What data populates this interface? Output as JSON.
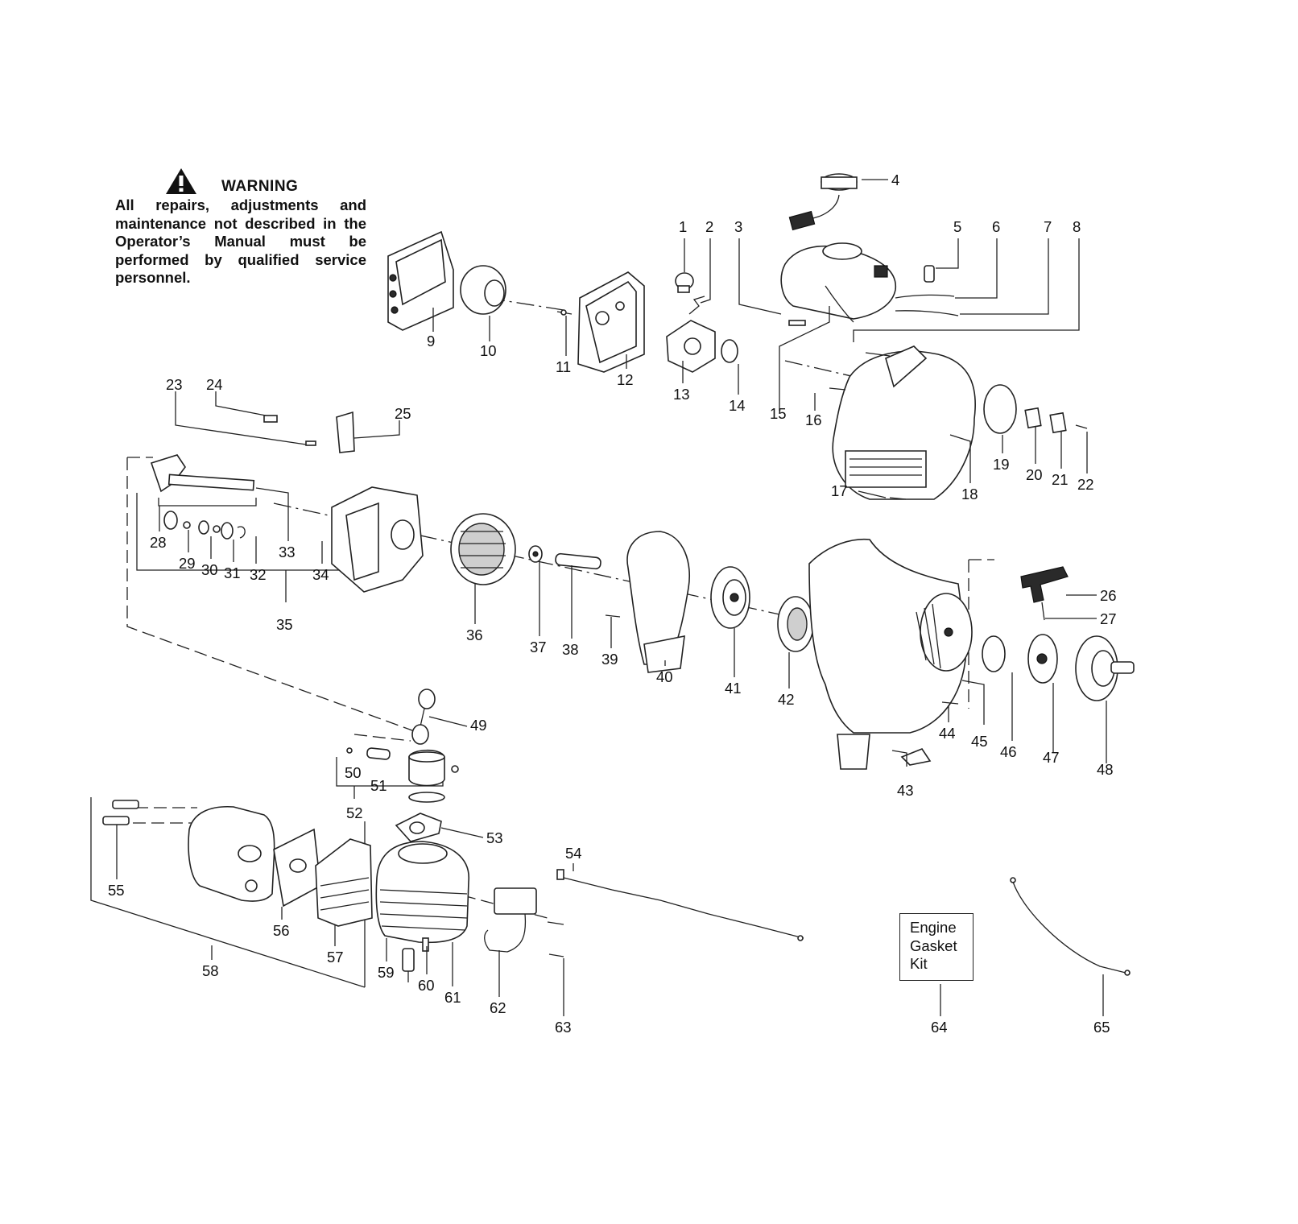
{
  "warning": {
    "title": "WARNING",
    "body": "All repairs, adjustments and maintenance not described in the Operator’s Manual must be performed by qualified service personnel."
  },
  "kit_box": {
    "lines": [
      "Engine",
      "Gasket",
      "Kit"
    ]
  },
  "callouts": [
    "1",
    "2",
    "3",
    "4",
    "5",
    "6",
    "7",
    "8",
    "9",
    "10",
    "11",
    "12",
    "13",
    "14",
    "15",
    "16",
    "17",
    "18",
    "19",
    "20",
    "21",
    "22",
    "23",
    "24",
    "25",
    "26",
    "27",
    "28",
    "29",
    "30",
    "31",
    "32",
    "33",
    "34",
    "35",
    "36",
    "37",
    "38",
    "39",
    "40",
    "41",
    "42",
    "43",
    "44",
    "45",
    "46",
    "47",
    "48",
    "49",
    "50",
    "51",
    "52",
    "53",
    "54",
    "55",
    "56",
    "57",
    "58",
    "59",
    "60",
    "61",
    "62",
    "63",
    "64",
    "65"
  ],
  "icons": {
    "warning": "warning-triangle-icon"
  }
}
